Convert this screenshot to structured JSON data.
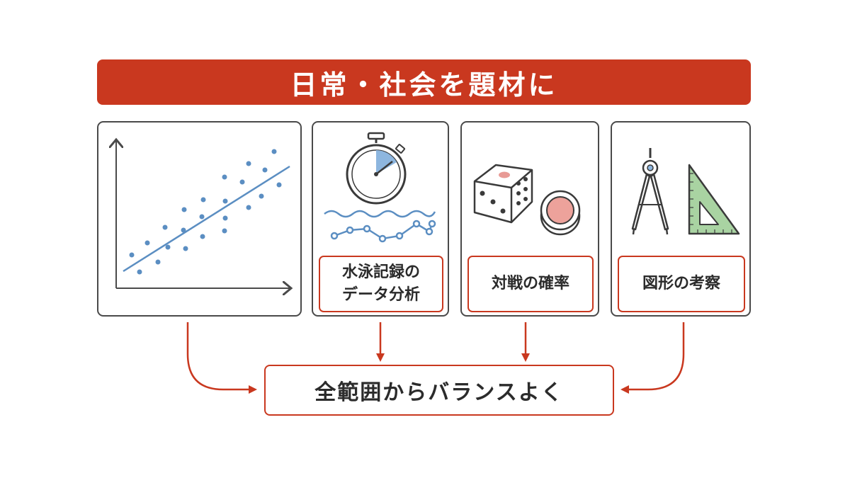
{
  "banner": {
    "title": "日常・社会を題材に"
  },
  "cards": [
    {
      "id": "scatter-plot",
      "label": ""
    },
    {
      "id": "swim-data",
      "label_line1": "水泳記録の",
      "label_line2": "データ分析"
    },
    {
      "id": "probability",
      "label": "対戦の確率"
    },
    {
      "id": "geometry",
      "label": "図形の考察"
    }
  ],
  "result": {
    "label": "全範囲からバランスよく"
  },
  "colors": {
    "accent": "#c9381f",
    "chart_blue": "#5b8ec2",
    "border": "#4a4a4a",
    "ruler_green": "#8fbf8a"
  },
  "icons": [
    "scatter-plot-icon",
    "stopwatch-icon",
    "water-wave-icon",
    "line-graph-icon",
    "dice-icon",
    "coin-icon",
    "compass-icon",
    "set-square-icon"
  ]
}
